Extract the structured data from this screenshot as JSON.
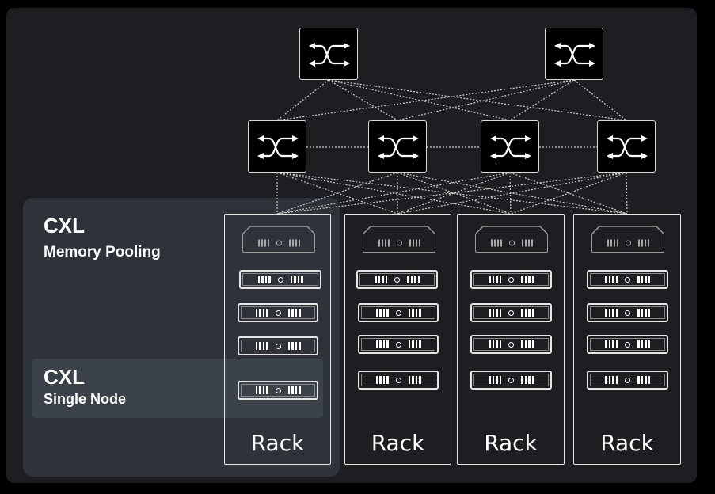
{
  "pooling": {
    "title": "CXL",
    "subtitle": "Memory Pooling"
  },
  "single_node": {
    "title": "CXL",
    "subtitle": "Single Node"
  },
  "racks": [
    {
      "label": "Rack"
    },
    {
      "label": "Rack"
    },
    {
      "label": "Rack"
    },
    {
      "label": "Rack"
    }
  ],
  "icons": {
    "switch": "network-switch-icon",
    "server": "server-unit-icon"
  },
  "colors": {
    "background": "#000000",
    "panel": "#1c1e22",
    "pool_highlight": "#2d3339",
    "node_highlight": "#3b4249",
    "line": "#e6e6e6"
  }
}
